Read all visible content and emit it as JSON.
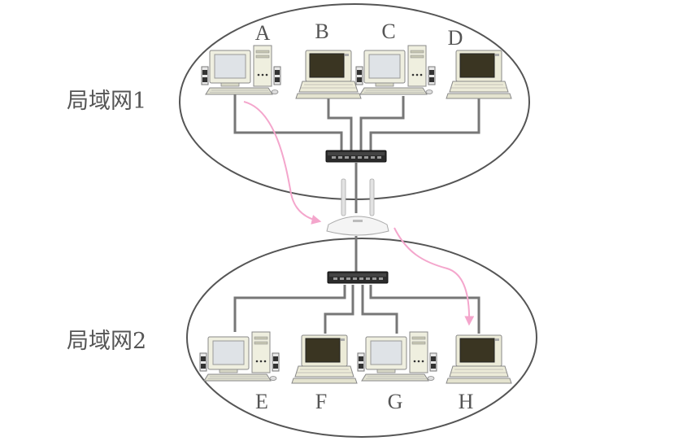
{
  "networks": [
    {
      "label": "局域网1"
    },
    {
      "label": "局域网2"
    }
  ],
  "computers": {
    "top": [
      {
        "label": "A",
        "type": "tower"
      },
      {
        "label": "B",
        "type": "terminal"
      },
      {
        "label": "C",
        "type": "tower"
      },
      {
        "label": "D",
        "type": "terminal"
      }
    ],
    "bottom": [
      {
        "label": "E",
        "type": "tower"
      },
      {
        "label": "F",
        "type": "terminal"
      },
      {
        "label": "G",
        "type": "tower"
      },
      {
        "label": "H",
        "type": "terminal"
      }
    ]
  },
  "icons": [
    "switch-icon",
    "router-icon",
    "computer-icon"
  ],
  "colors": {
    "ellipse_stroke": "#555555",
    "cable": "#777777",
    "arrow": "#f4a6cc",
    "label": "#555555"
  }
}
